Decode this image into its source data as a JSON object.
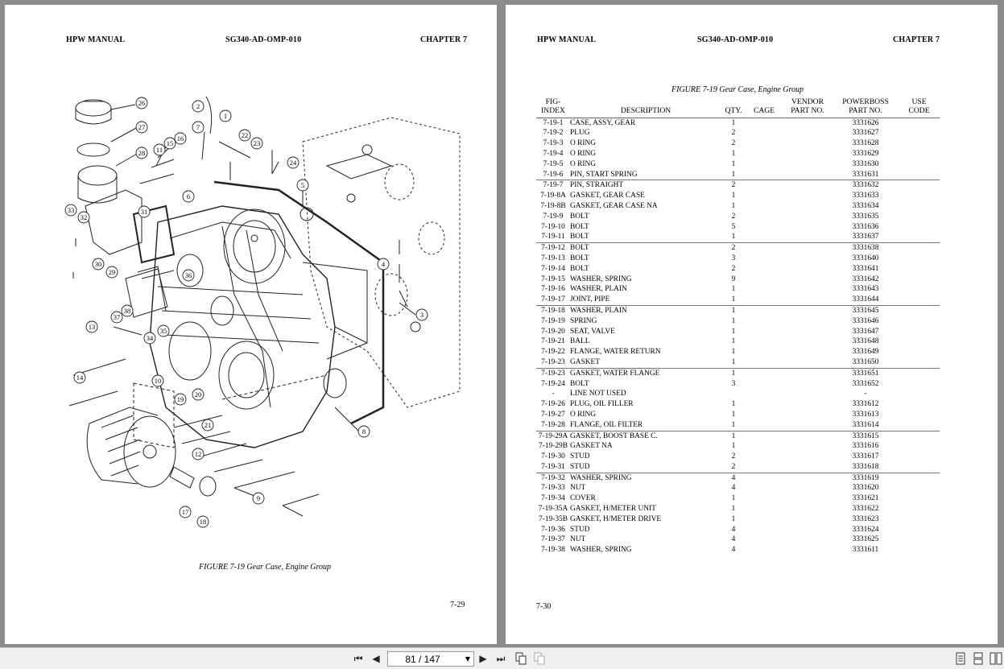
{
  "left_page": {
    "header_left": "HPW MANUAL",
    "header_center": "SG340-AD-OMP-010",
    "header_right": "CHAPTER 7",
    "figure_caption": "FIGURE 7-19 Gear Case, Engine Group",
    "page_number": "7-29",
    "callouts": [
      "26",
      "27",
      "28",
      "16",
      "15",
      "11",
      "22",
      "23",
      "24",
      "2",
      "1",
      "7",
      "5",
      "6",
      "32",
      "33",
      "31",
      "30",
      "29",
      "36",
      "38",
      "37",
      "35",
      "34",
      "13",
      "14",
      "10",
      "19",
      "20",
      "21",
      "4",
      "3",
      "12",
      "17",
      "18",
      "9",
      "8"
    ]
  },
  "right_page": {
    "header_left": "HPW MANUAL",
    "header_center": "SG340-AD-OMP-010",
    "header_right": "CHAPTER 7",
    "figure_caption": "FIGURE 7-19 Gear Case, Engine Group",
    "page_number": "7-30",
    "table": {
      "headers": {
        "index_1": "FIG-",
        "index_2": "INDEX",
        "description": "DESCRIPTION",
        "qty": "QTY.",
        "cage": "CAGE",
        "vendor_1": "VENDOR",
        "vendor_2": "PART NO.",
        "powerboss_1": "POWERBOSS",
        "powerboss_2": "PART NO.",
        "use_1": "USE",
        "use_2": "CODE"
      },
      "rows": [
        {
          "index": "7-19-1",
          "description": "CASE, ASSY, GEAR",
          "qty": "1",
          "part": "3331626"
        },
        {
          "index": "7-19-2",
          "description": "PLUG",
          "qty": "2",
          "part": "3331627"
        },
        {
          "index": "7-19-3",
          "description": "O RING",
          "qty": "2",
          "part": "3331628"
        },
        {
          "index": "7-19-4",
          "description": "O RING",
          "qty": "1",
          "part": "3331629"
        },
        {
          "index": "7-19-5",
          "description": "O RING",
          "qty": "1",
          "part": "3331630"
        },
        {
          "index": "7-19-6",
          "description": "PIN, START SPRING",
          "qty": "1",
          "part": "3331631"
        },
        {
          "index": "7-19-7",
          "description": "PIN, STRAIGHT",
          "qty": "2",
          "part": "3331632"
        },
        {
          "index": "7-19-8A",
          "description": "GASKET, GEAR CASE",
          "qty": "1",
          "part": "3331633"
        },
        {
          "index": "7-19-8B",
          "description": "GASKET, GEAR CASE NA",
          "qty": "1",
          "part": "3331634"
        },
        {
          "index": "7-19-9",
          "description": "BOLT",
          "qty": "2",
          "part": "3331635"
        },
        {
          "index": "7-19-10",
          "description": "BOLT",
          "qty": "5",
          "part": "3331636"
        },
        {
          "index": "7-19-11",
          "description": "BOLT",
          "qty": "1",
          "part": "3331637"
        },
        {
          "index": "7-19-12",
          "description": "BOLT",
          "qty": "2",
          "part": "3331638"
        },
        {
          "index": "7-19-13",
          "description": "BOLT",
          "qty": "3",
          "part": "3331640"
        },
        {
          "index": "7-19-14",
          "description": "BOLT",
          "qty": "2",
          "part": "3331641"
        },
        {
          "index": "7-19-15",
          "description": "WASHER, SPRING",
          "qty": "9",
          "part": "3331642"
        },
        {
          "index": "7-19-16",
          "description": "WASHER, PLAIN",
          "qty": "1",
          "part": "3331643"
        },
        {
          "index": "7-19-17",
          "description": "JOINT, PIPE",
          "qty": "1",
          "part": "3331644"
        },
        {
          "index": "7-19-18",
          "description": "WASHER, PLAIN",
          "qty": "1",
          "part": "3331645"
        },
        {
          "index": "7-19-19",
          "description": "SPRING",
          "qty": "1",
          "part": "3331646"
        },
        {
          "index": "7-19-20",
          "description": "SEAT, VALVE",
          "qty": "1",
          "part": "3331647"
        },
        {
          "index": "7-19-21",
          "description": "BALL",
          "qty": "1",
          "part": "3331648"
        },
        {
          "index": "7-19-22",
          "description": "FLANGE, WATER RETURN",
          "qty": "1",
          "part": "3331649"
        },
        {
          "index": "7-19-23",
          "description": "GASKET",
          "qty": "1",
          "part": "3331650"
        },
        {
          "index": "7-19-23",
          "description": "GASKET, WATER FLANGE",
          "qty": "1",
          "part": "3331651"
        },
        {
          "index": "7-19-24",
          "description": "BOLT",
          "qty": "3",
          "part": "3331652"
        },
        {
          "index": "-",
          "description": "LINE NOT USED",
          "qty": "",
          "part": "-"
        },
        {
          "index": "7-19-26",
          "description": "PLUG, OIL FILLER",
          "qty": "1",
          "part": "3331612"
        },
        {
          "index": "7-19-27",
          "description": "O RING",
          "qty": "1",
          "part": "3331613"
        },
        {
          "index": "7-19-28",
          "description": "FLANGE, OIL FILTER",
          "qty": "1",
          "part": "3331614"
        },
        {
          "index": "7-19-29A",
          "description": "GASKET, BOOST BASE C.",
          "qty": "1",
          "part": "3331615"
        },
        {
          "index": "7-19-29B",
          "description": "GASKET NA",
          "qty": "1",
          "part": "3331616"
        },
        {
          "index": "7-19-30",
          "description": "STUD",
          "qty": "2",
          "part": "3331617"
        },
        {
          "index": "7-19-31",
          "description": "STUD",
          "qty": "2",
          "part": "3331618"
        },
        {
          "index": "7-19-32",
          "description": "WASHER, SPRING",
          "qty": "4",
          "part": "3331619"
        },
        {
          "index": "7-19-33",
          "description": "NUT",
          "qty": "4",
          "part": "3331620"
        },
        {
          "index": "7-19-34",
          "description": "COVER",
          "qty": "1",
          "part": "3331621"
        },
        {
          "index": "7-19-35A",
          "description": "GASKET, H/METER UNIT",
          "qty": "1",
          "part": "3331622"
        },
        {
          "index": "7-19-35B",
          "description": "GASKET, H/METER DRIVE",
          "qty": "1",
          "part": "3331623"
        },
        {
          "index": "7-19-36",
          "description": "STUD",
          "qty": "4",
          "part": "3331624"
        },
        {
          "index": "7-19-37",
          "description": "NUT",
          "qty": "4",
          "part": "3331625"
        },
        {
          "index": "7-19-38",
          "description": "WASHER, SPRING",
          "qty": "4",
          "part": "3331611"
        }
      ],
      "group_break_after": [
        5,
        11,
        17,
        23,
        29,
        33
      ]
    }
  },
  "toolbar": {
    "page_value": "81 / 147",
    "icons": [
      "first-page-icon",
      "previous-page-icon",
      "next-page-icon",
      "last-page-icon",
      "single-page-view-icon",
      "continuous-view-icon",
      "page-width-icon",
      "facing-pages-icon",
      "two-column-view-icon"
    ]
  }
}
